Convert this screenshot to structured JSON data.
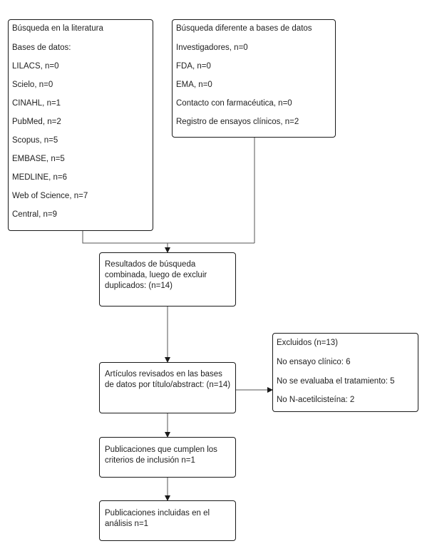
{
  "literature": {
    "title": "Búsqueda en la literatura",
    "subtitle": "Bases de datos:",
    "items": [
      "LILACS, n=0",
      "Scielo, n=0",
      "CINAHL, n=1",
      "PubMed, n=2",
      "Scopus, n=5",
      "EMBASE, n=5",
      "MEDLINE, n=6",
      "Web of Science, n=7",
      "Central, n=9"
    ]
  },
  "other_sources": {
    "title": "Búsqueda diferente a bases de datos",
    "items": [
      "Investigadores, n=0",
      "FDA, n=0",
      "EMA, n=0",
      "Contacto con farmacéutica, n=0",
      "Registro de ensayos clínicos, n=2"
    ]
  },
  "combined": {
    "text": "Resultados de búsqueda combinada, luego de excluir duplicados: (n=14)"
  },
  "screened": {
    "text": "Artículos revisados en las bases de datos por título/abstract: (n=14)"
  },
  "excluded": {
    "title": "Excluidos (n=13)",
    "items": [
      "No ensayo clínico: 6",
      "No se evaluaba el tratamiento: 5",
      "No N-acetilcisteína: 2"
    ]
  },
  "eligible": {
    "text": "Publicaciones que cumplen los criterios de inclusión n=1"
  },
  "included": {
    "text": "Publicaciones incluidas en el análisis n=1"
  }
}
